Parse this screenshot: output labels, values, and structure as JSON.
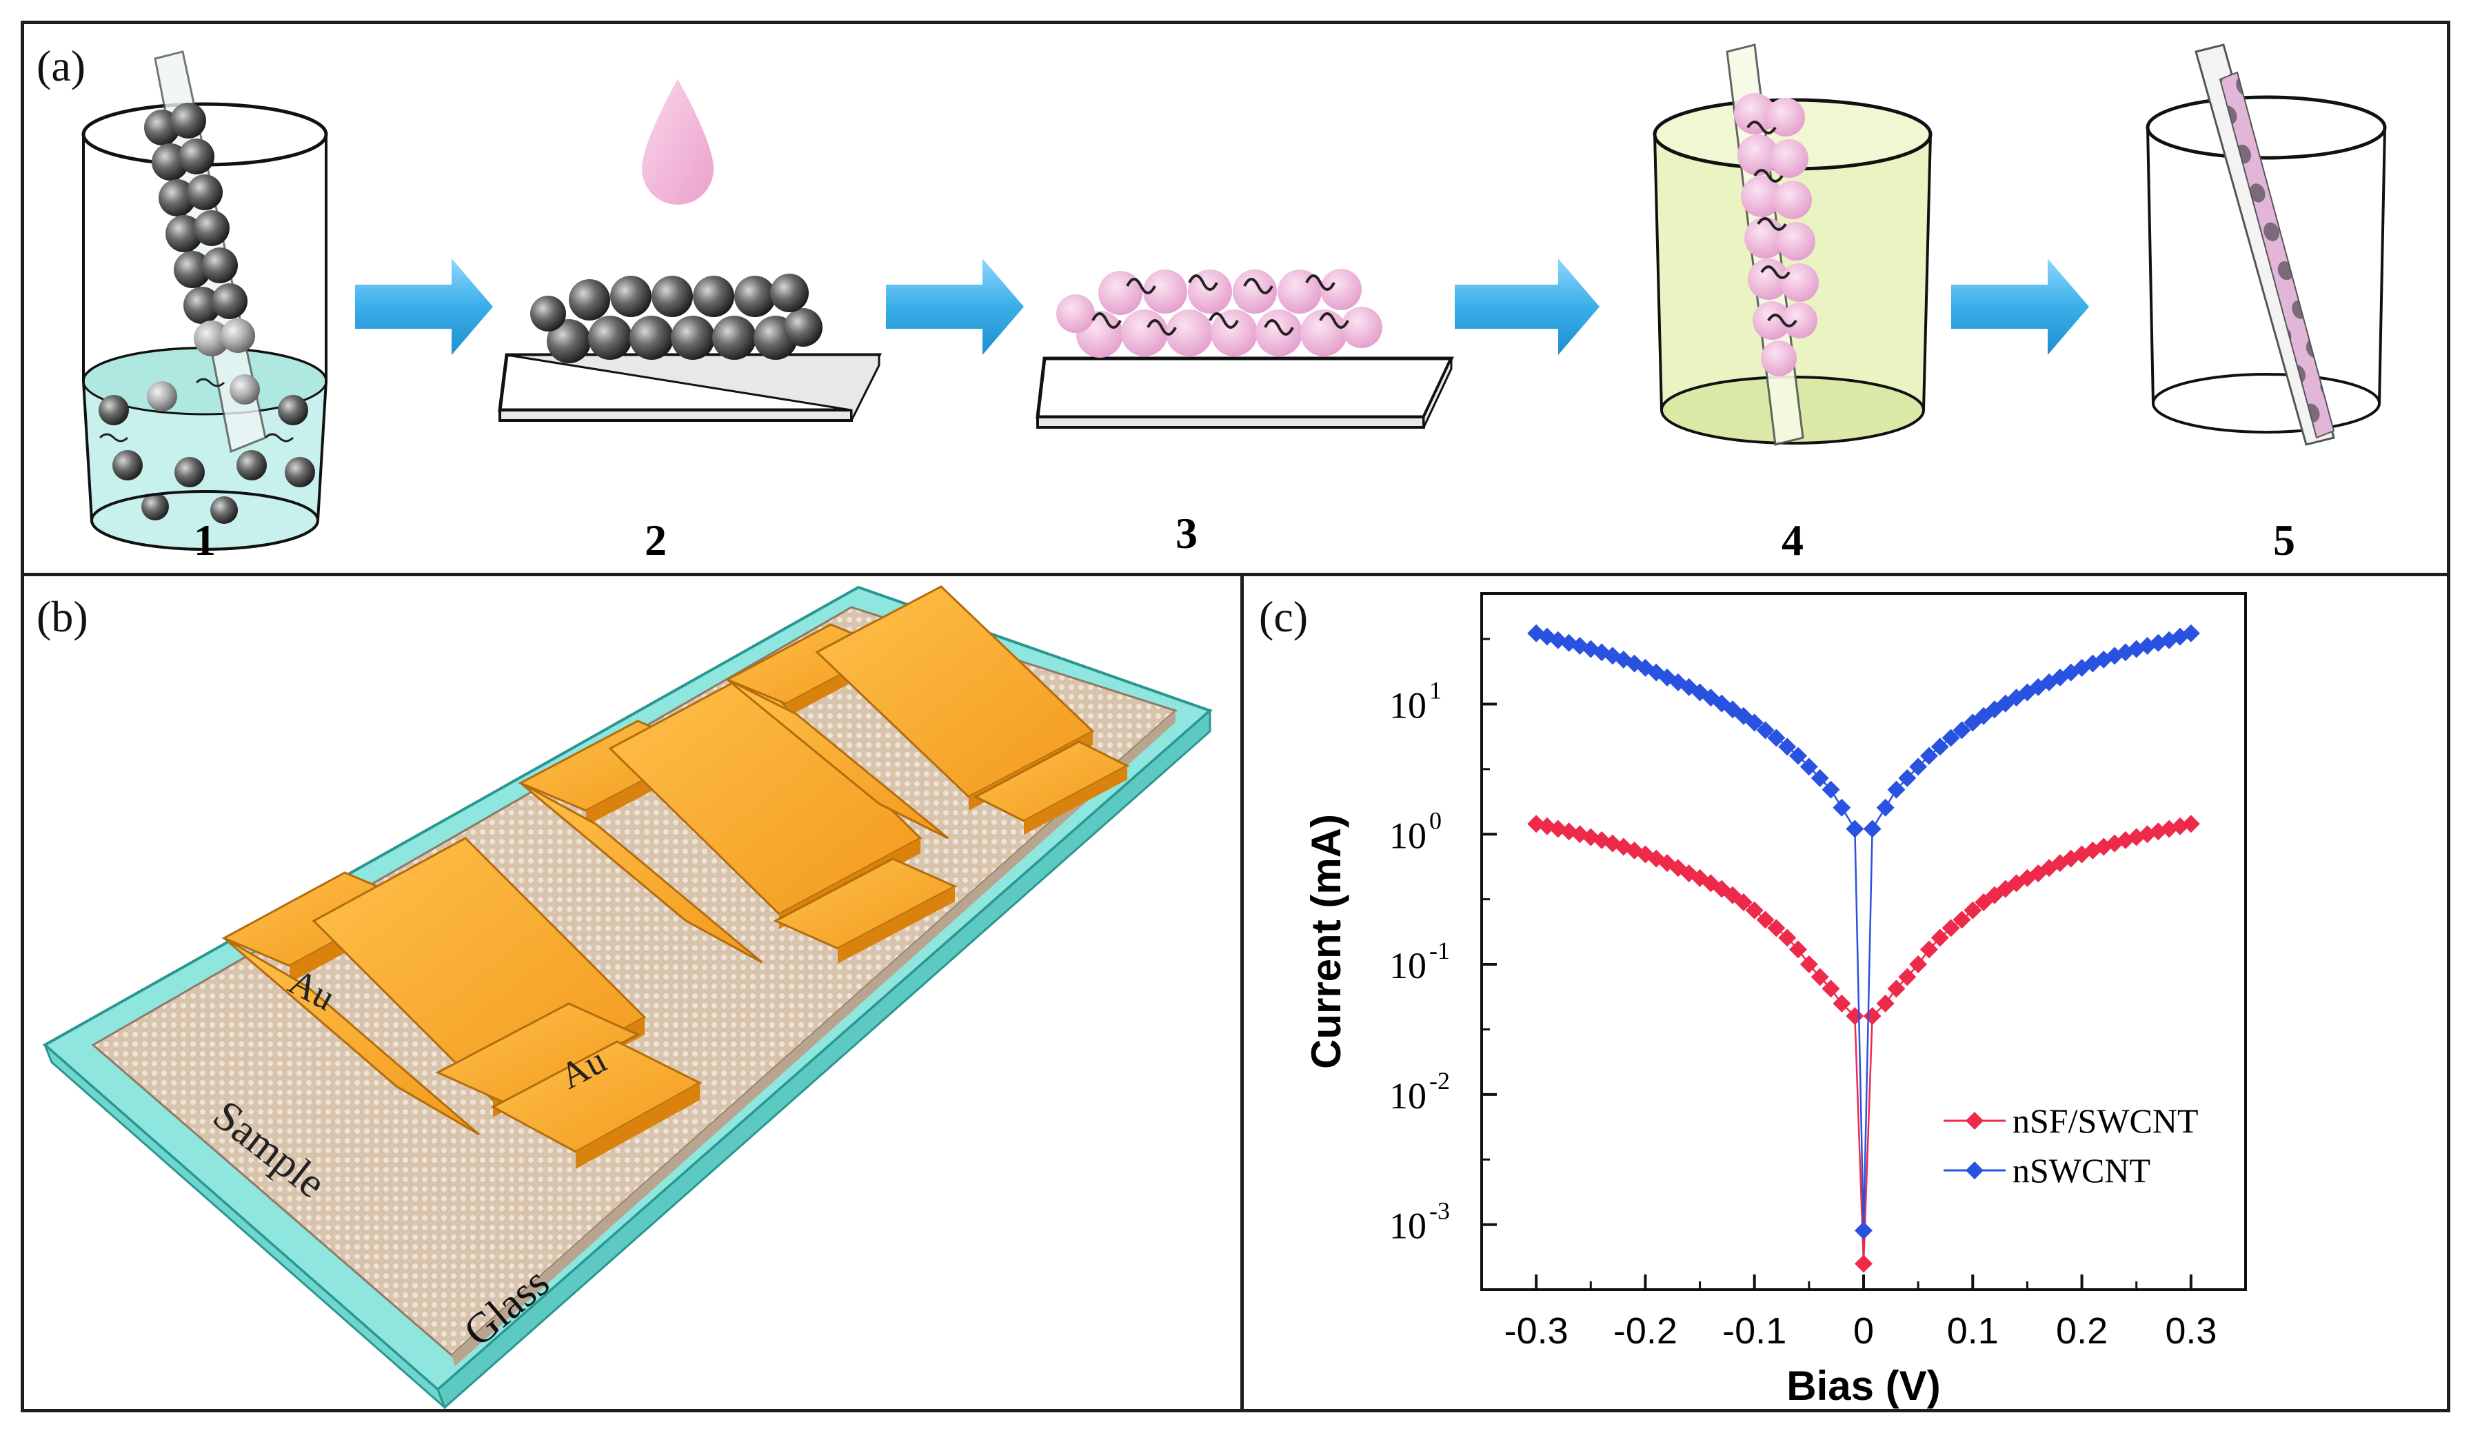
{
  "panel_a": {
    "label": "(a)",
    "steps": [
      "1",
      "2",
      "3",
      "4",
      "5"
    ]
  },
  "panel_b": {
    "label": "(b)",
    "labels": {
      "au_left": "Au",
      "au_right": "Au",
      "sample": "Sample",
      "glass": "Glass"
    }
  },
  "panel_c": {
    "label": "(c)"
  },
  "colors": {
    "arrow": "#3aaee8",
    "droplet": "#f2b3d6",
    "film": "#e9b8d6",
    "glass": "#7fe0da",
    "gold": "#f5a623",
    "series_red": "#ee2a4a",
    "series_blue": "#2a52e0"
  },
  "chart_data": {
    "type": "scatter",
    "xlabel": "Bias (V)",
    "ylabel": "Current (mA)",
    "xlim": [
      -0.35,
      0.35
    ],
    "ylim_log10": [
      -3.5,
      1.85
    ],
    "y_scale": "log",
    "x_ticks": [
      "-0.3",
      "-0.2",
      "-0.1",
      "0",
      "0.1",
      "0.2",
      "0.3"
    ],
    "y_tick_exponents": [
      "1",
      "0",
      "-1",
      "-2",
      "-3"
    ],
    "legend_position": "lower-right",
    "series": [
      {
        "name": "nSF/SWCNT",
        "color": "#ee2a4a",
        "points": [
          [
            -0.3,
            1.2
          ],
          [
            -0.29,
            1.15
          ],
          [
            -0.28,
            1.1
          ],
          [
            -0.27,
            1.05
          ],
          [
            -0.26,
            1.0
          ],
          [
            -0.25,
            0.95
          ],
          [
            -0.24,
            0.9
          ],
          [
            -0.23,
            0.85
          ],
          [
            -0.22,
            0.8
          ],
          [
            -0.21,
            0.75
          ],
          [
            -0.2,
            0.7
          ],
          [
            -0.19,
            0.65
          ],
          [
            -0.18,
            0.6
          ],
          [
            -0.17,
            0.55
          ],
          [
            -0.16,
            0.5
          ],
          [
            -0.15,
            0.46
          ],
          [
            -0.14,
            0.42
          ],
          [
            -0.13,
            0.38
          ],
          [
            -0.12,
            0.34
          ],
          [
            -0.11,
            0.3
          ],
          [
            -0.1,
            0.26
          ],
          [
            -0.09,
            0.22
          ],
          [
            -0.08,
            0.19
          ],
          [
            -0.07,
            0.16
          ],
          [
            -0.06,
            0.13
          ],
          [
            -0.05,
            0.1
          ],
          [
            -0.04,
            0.08
          ],
          [
            -0.03,
            0.065
          ],
          [
            -0.02,
            0.05
          ],
          [
            -0.008,
            0.04
          ],
          [
            0.0,
            0.0005
          ],
          [
            0.008,
            0.04
          ],
          [
            0.02,
            0.05
          ],
          [
            0.03,
            0.065
          ],
          [
            0.04,
            0.08
          ],
          [
            0.05,
            0.1
          ],
          [
            0.06,
            0.13
          ],
          [
            0.07,
            0.16
          ],
          [
            0.08,
            0.19
          ],
          [
            0.09,
            0.22
          ],
          [
            0.1,
            0.26
          ],
          [
            0.11,
            0.3
          ],
          [
            0.12,
            0.34
          ],
          [
            0.13,
            0.38
          ],
          [
            0.14,
            0.42
          ],
          [
            0.15,
            0.46
          ],
          [
            0.16,
            0.5
          ],
          [
            0.17,
            0.55
          ],
          [
            0.18,
            0.6
          ],
          [
            0.19,
            0.65
          ],
          [
            0.2,
            0.7
          ],
          [
            0.21,
            0.75
          ],
          [
            0.22,
            0.8
          ],
          [
            0.23,
            0.85
          ],
          [
            0.24,
            0.9
          ],
          [
            0.25,
            0.95
          ],
          [
            0.26,
            1.0
          ],
          [
            0.27,
            1.05
          ],
          [
            0.28,
            1.1
          ],
          [
            0.29,
            1.15
          ],
          [
            0.3,
            1.2
          ]
        ]
      },
      {
        "name": "nSWCNT",
        "color": "#2a52e0",
        "points": [
          [
            -0.3,
            35
          ],
          [
            -0.29,
            33
          ],
          [
            -0.28,
            31
          ],
          [
            -0.27,
            29.5
          ],
          [
            -0.26,
            28
          ],
          [
            -0.25,
            26.5
          ],
          [
            -0.24,
            25
          ],
          [
            -0.23,
            23.5
          ],
          [
            -0.22,
            22
          ],
          [
            -0.21,
            20.5
          ],
          [
            -0.2,
            19
          ],
          [
            -0.19,
            17.5
          ],
          [
            -0.18,
            16
          ],
          [
            -0.17,
            14.7
          ],
          [
            -0.16,
            13.5
          ],
          [
            -0.15,
            12.3
          ],
          [
            -0.14,
            11.2
          ],
          [
            -0.13,
            10.1
          ],
          [
            -0.12,
            9.1
          ],
          [
            -0.11,
            8.1
          ],
          [
            -0.1,
            7.2
          ],
          [
            -0.09,
            6.3
          ],
          [
            -0.08,
            5.5
          ],
          [
            -0.07,
            4.7
          ],
          [
            -0.06,
            4.0
          ],
          [
            -0.05,
            3.3
          ],
          [
            -0.04,
            2.7
          ],
          [
            -0.03,
            2.2
          ],
          [
            -0.02,
            1.6
          ],
          [
            -0.008,
            1.1
          ],
          [
            0.0,
            0.0009
          ],
          [
            0.008,
            1.1
          ],
          [
            0.02,
            1.6
          ],
          [
            0.03,
            2.2
          ],
          [
            0.04,
            2.7
          ],
          [
            0.05,
            3.3
          ],
          [
            0.06,
            4.0
          ],
          [
            0.07,
            4.7
          ],
          [
            0.08,
            5.5
          ],
          [
            0.09,
            6.3
          ],
          [
            0.1,
            7.2
          ],
          [
            0.11,
            8.1
          ],
          [
            0.12,
            9.1
          ],
          [
            0.13,
            10.1
          ],
          [
            0.14,
            11.2
          ],
          [
            0.15,
            12.3
          ],
          [
            0.16,
            13.5
          ],
          [
            0.17,
            14.7
          ],
          [
            0.18,
            16
          ],
          [
            0.19,
            17.5
          ],
          [
            0.2,
            19
          ],
          [
            0.21,
            20.5
          ],
          [
            0.22,
            22
          ],
          [
            0.23,
            23.5
          ],
          [
            0.24,
            25
          ],
          [
            0.25,
            26.5
          ],
          [
            0.26,
            28
          ],
          [
            0.27,
            29.5
          ],
          [
            0.28,
            31
          ],
          [
            0.29,
            33
          ],
          [
            0.3,
            35
          ]
        ]
      }
    ]
  }
}
